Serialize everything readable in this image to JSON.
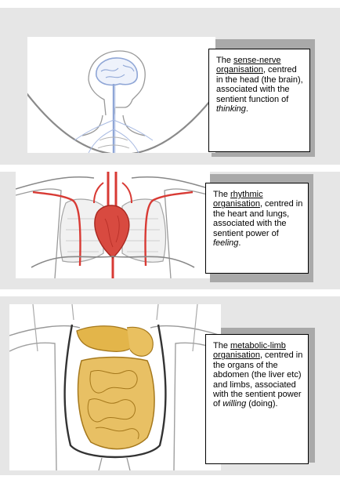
{
  "panels": [
    {
      "id": "sense-nerve",
      "caption": {
        "pre": "The ",
        "term": "sense-nerve organisation",
        "mid": ", centred in the head (the brain), associated with the sentient function of ",
        "quality": "thinking",
        "post": "."
      }
    },
    {
      "id": "rhythmic",
      "caption": {
        "pre": "The ",
        "term": "rhythmic organisation",
        "mid": ", centred in the heart and lungs, associated with the sentient power of ",
        "quality": "feeling",
        "post": "."
      }
    },
    {
      "id": "metabolic-limb",
      "caption": {
        "pre": "The ",
        "term": "metabolic-limb organisation",
        "mid": ", centred in the organs of the abdomen (the liver etc) and limbs, associated with the sentient power of ",
        "quality": "willing",
        "post": " (doing)."
      }
    }
  ],
  "colors": {
    "background_band": "#e6e6e6",
    "nerve_blue": "#8fa6d6",
    "blood_red": "#d83a34",
    "digestive_gold": "#d8a832",
    "outline_gray": "#9a9a9a"
  }
}
